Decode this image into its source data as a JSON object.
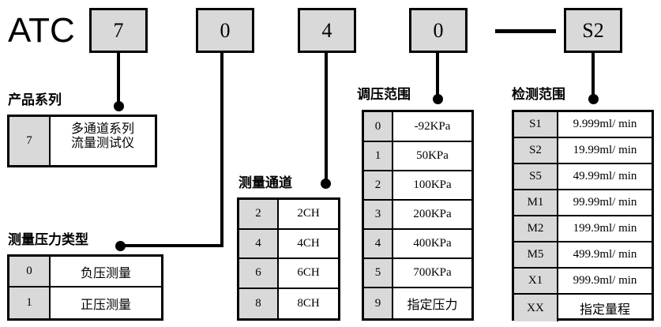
{
  "model": {
    "brand": "ATC",
    "segments": [
      {
        "value": "7",
        "name": "product-series"
      },
      {
        "value": "0",
        "name": "pressure-type"
      },
      {
        "value": "4",
        "name": "channel-count"
      },
      {
        "value": "0",
        "name": "pressure-range"
      },
      {
        "value": "S2",
        "name": "detection-range"
      }
    ],
    "separator": "—"
  },
  "sections": {
    "product_series": {
      "caption": "产品系列",
      "rows": [
        {
          "code": "7",
          "desc_line1": "多通道系列",
          "desc_line2": "流量测试仪"
        }
      ]
    },
    "pressure_type": {
      "caption": "测量压力类型",
      "rows": [
        {
          "code": "0",
          "desc": "负压测量"
        },
        {
          "code": "1",
          "desc": "正压测量"
        }
      ]
    },
    "channels": {
      "caption": "测量通道",
      "rows": [
        {
          "code": "2",
          "desc": "2CH"
        },
        {
          "code": "4",
          "desc": "4CH"
        },
        {
          "code": "6",
          "desc": "6CH"
        },
        {
          "code": "8",
          "desc": "8CH"
        }
      ]
    },
    "pressure_range": {
      "caption": "调压范围",
      "rows": [
        {
          "code": "0",
          "desc": "-92KPa"
        },
        {
          "code": "1",
          "desc": "50KPa"
        },
        {
          "code": "2",
          "desc": "100KPa"
        },
        {
          "code": "3",
          "desc": "200KPa"
        },
        {
          "code": "4",
          "desc": "400KPa"
        },
        {
          "code": "5",
          "desc": "700KPa"
        },
        {
          "code": "9",
          "desc": "指定压力"
        }
      ]
    },
    "detection_range": {
      "caption": "检测范围",
      "rows": [
        {
          "code": "S1",
          "desc": "9.999ml/ min"
        },
        {
          "code": "S2",
          "desc": "19.99ml/ min"
        },
        {
          "code": "S5",
          "desc": "49.99ml/ min"
        },
        {
          "code": "M1",
          "desc": "99.99ml/ min"
        },
        {
          "code": "M2",
          "desc": "199.9ml/ min"
        },
        {
          "code": "M5",
          "desc": "499.9ml/ min"
        },
        {
          "code": "X1",
          "desc": "999.9ml/ min"
        },
        {
          "code": "XX",
          "desc": "指定量程"
        }
      ]
    }
  },
  "colors": {
    "line": "#000000",
    "code_cell_fill": "#d9d9d9",
    "background": "#ffffff"
  }
}
